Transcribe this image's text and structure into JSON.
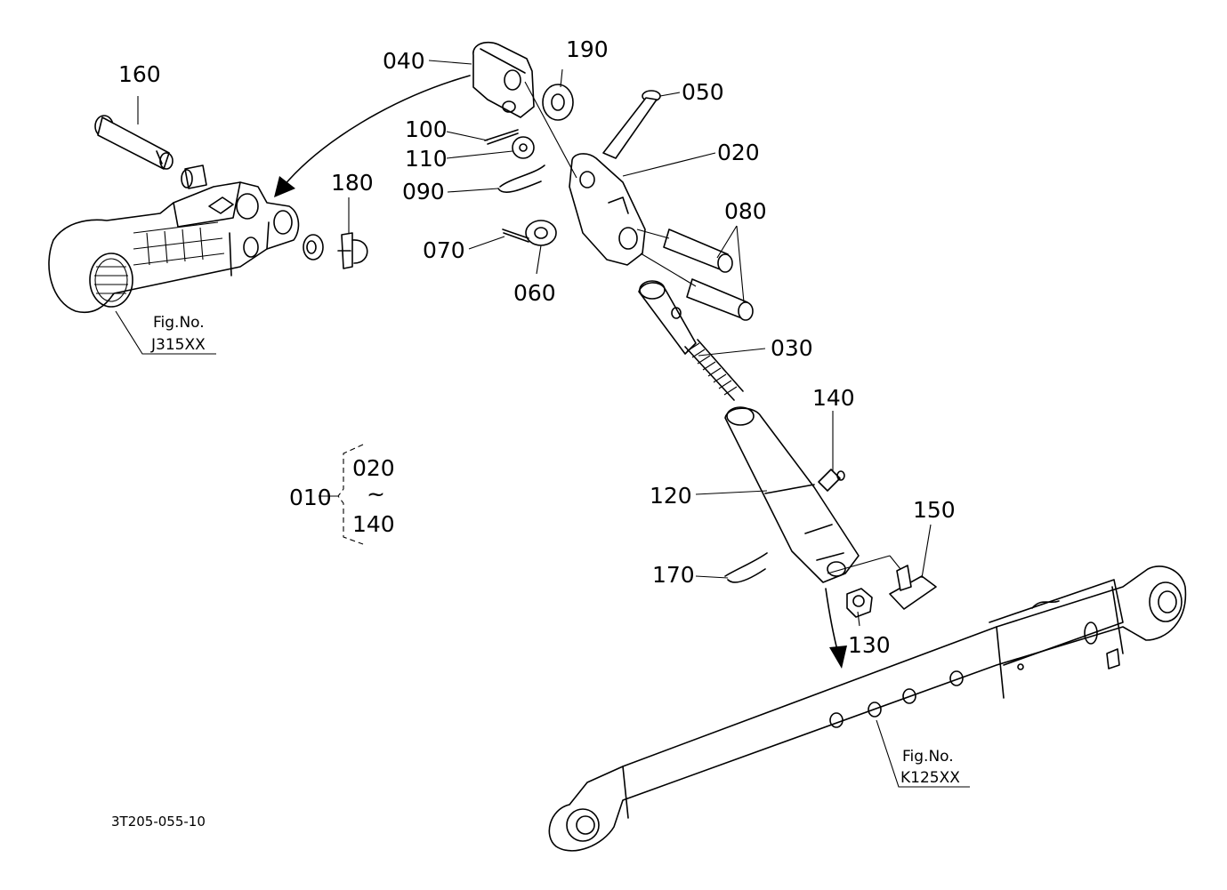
{
  "parts": {
    "p010": "010",
    "p020": "020",
    "p030": "030",
    "p040": "040",
    "p050": "050",
    "p060": "060",
    "p070": "070",
    "p080": "080",
    "p090": "090",
    "p100": "100",
    "p110": "110",
    "p120": "120",
    "p130": "130",
    "p140": "140",
    "p150": "150",
    "p160": "160",
    "p170": "170",
    "p180": "180",
    "p190": "190"
  },
  "assembly": {
    "label": "010",
    "range_start": "020",
    "range_sep": "~",
    "range_end": "140"
  },
  "references": {
    "left_fig_label": "Fig.No.",
    "left_fig_number": "J315XX",
    "right_fig_label": "Fig.No.",
    "right_fig_number": "K125XX"
  },
  "diagram_code": "3T205-055-10"
}
